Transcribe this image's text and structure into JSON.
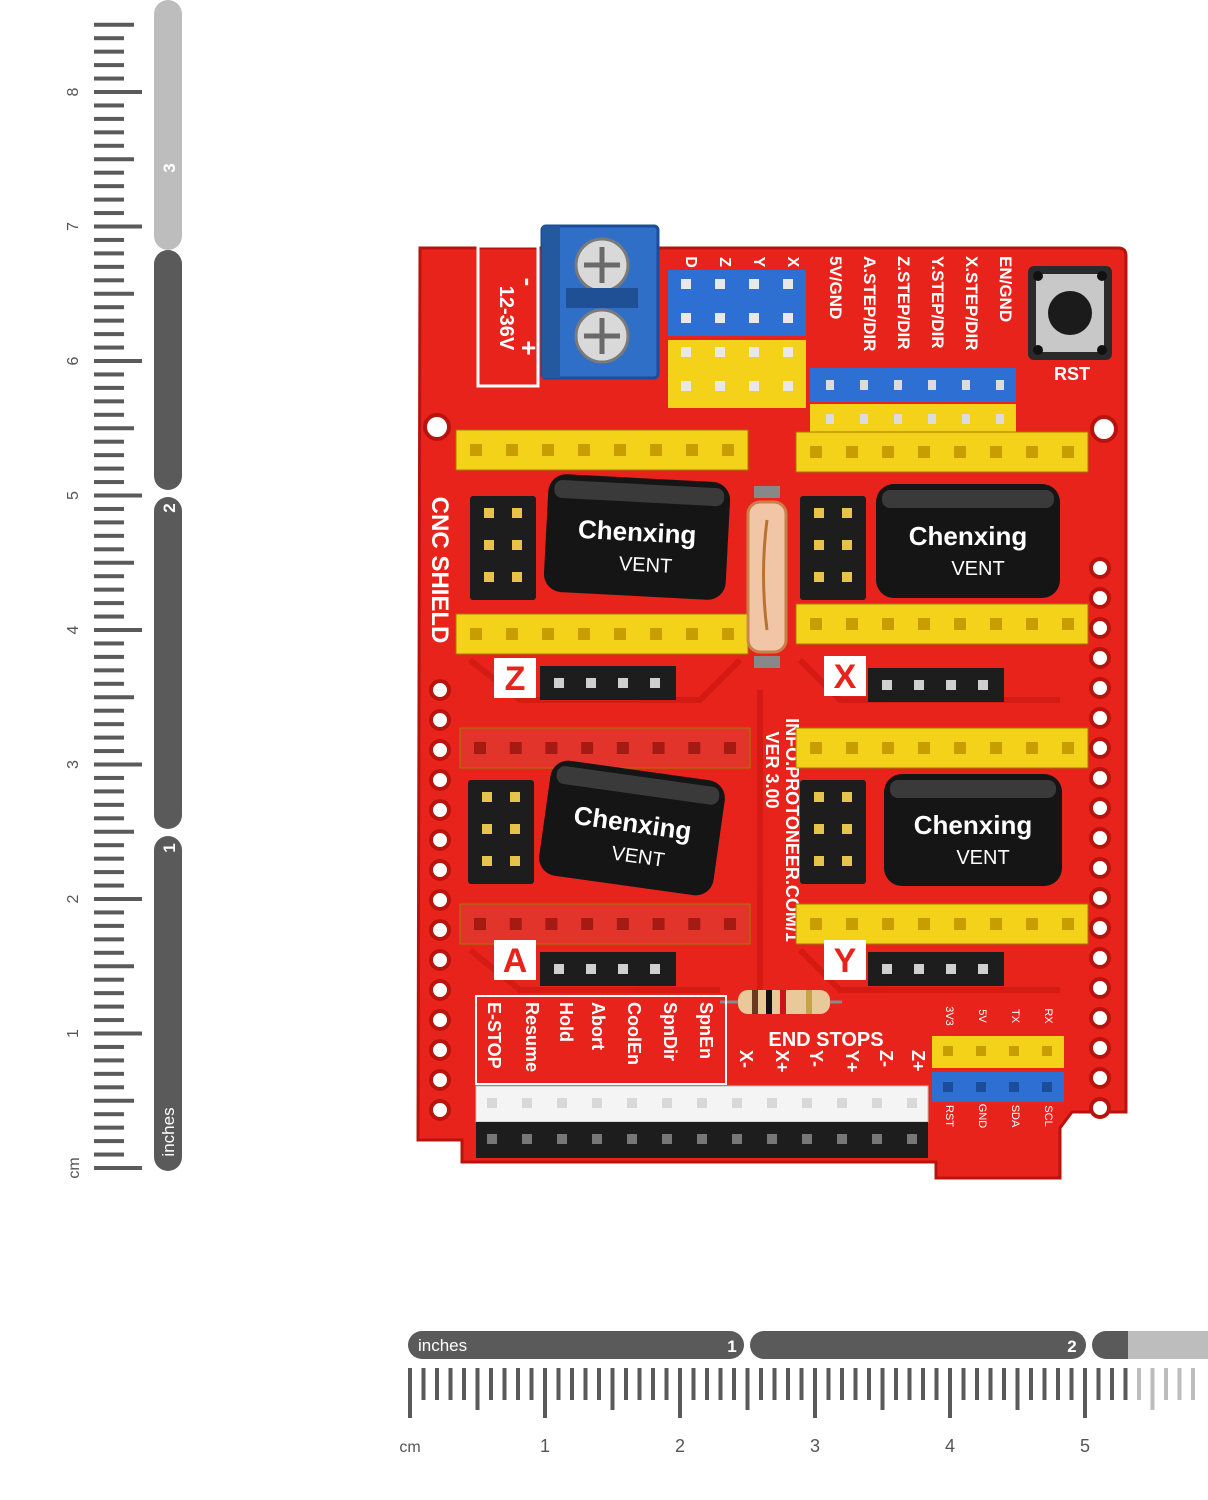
{
  "ruler_left": {
    "inch_caption": "inches",
    "cm_caption": "cm",
    "inch_numbers": [
      "1",
      "2",
      "3"
    ],
    "cm_numbers": [
      "1",
      "2",
      "3",
      "4",
      "5",
      "6",
      "7",
      "8"
    ]
  },
  "ruler_bottom": {
    "inch_caption": "inches",
    "cm_caption": "cm",
    "inch_numbers": [
      "1",
      "2"
    ],
    "cm_numbers": [
      "1",
      "2",
      "3",
      "4",
      "5"
    ]
  },
  "board": {
    "voltage": "12-36V",
    "minus": "-",
    "plus": "+",
    "title": "CNC SHIELD",
    "version": "VER 3.00",
    "url": "INFO.PROTONEER.COM/1",
    "rst": "RST",
    "axis_x": "X",
    "axis_y": "Y",
    "axis_z": "Z",
    "axis_a": "A",
    "pin_labels_top": [
      "EN/GND",
      "X.STEP/DIR",
      "Y.STEP/DIR",
      "Z.STEP/DIR",
      "A.STEP/DIR",
      "5V/GND"
    ],
    "header_top_letters": [
      "X",
      "Y",
      "Z",
      "D"
    ],
    "control_labels": [
      "E-STOP",
      "Resume",
      "Hold",
      "Abort",
      "CoolEn",
      "SpnDir",
      "SpnEn"
    ],
    "end_stops_title": "END STOPS",
    "end_stop_labels": [
      "X-",
      "X+",
      "Y-",
      "Y+",
      "Z-",
      "Z+"
    ],
    "i2c_top": [
      "3V3",
      "5V",
      "TX",
      "RX"
    ],
    "i2c_bottom": [
      "RST",
      "GND",
      "SDA",
      "SCL"
    ],
    "capacitor_brand": "Chenxing",
    "capacitor_vent": "VENT"
  },
  "colors": {
    "pcb": "#e8231c",
    "pcb_dark": "#c81810",
    "header_yellow": "#f4d21a",
    "header_red": "#e3342b",
    "pin_black": "#1d1d1d",
    "pin_blue": "#2d6fd3",
    "terminal_blue": "#2f6fc8",
    "ruler_dark": "#5a5a5a",
    "ruler_light": "#bdbdbd"
  }
}
